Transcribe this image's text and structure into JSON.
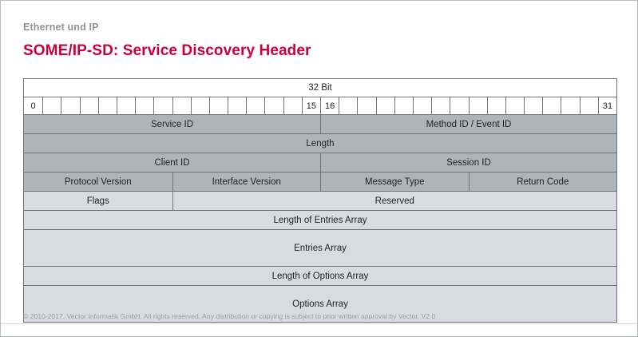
{
  "header": {
    "eyebrow": "Ethernet und IP",
    "title": "SOME/IP-SD: Service Discovery Header",
    "accent_color": "#c8003c",
    "eyebrow_color": "#8e9295"
  },
  "packet": {
    "width_label": "32 Bit",
    "bit_ruler": {
      "total_bits": 32,
      "labels": {
        "0": "0",
        "15": "15",
        "16": "16",
        "31": "31"
      },
      "visible_ticks": [
        "0",
        "15",
        "16",
        "31"
      ]
    },
    "colors": {
      "shade_dark": "#aeb4ba",
      "shade_light": "#d8dce0",
      "border": "#6d7478",
      "background": "#ffffff"
    },
    "rows": [
      {
        "shade": "dark",
        "height": "normal",
        "cells": [
          {
            "label": "Service ID",
            "width": "50%",
            "bits": "0-15"
          },
          {
            "label": "Method ID / Event ID",
            "width": "50%",
            "bits": "16-31"
          }
        ]
      },
      {
        "shade": "dark",
        "height": "normal",
        "cells": [
          {
            "label": "Length",
            "width": "100%",
            "bits": "0-31"
          }
        ]
      },
      {
        "shade": "dark",
        "height": "normal",
        "cells": [
          {
            "label": "Client ID",
            "width": "50%",
            "bits": "0-15"
          },
          {
            "label": "Session ID",
            "width": "50%",
            "bits": "16-31"
          }
        ]
      },
      {
        "shade": "dark",
        "height": "normal",
        "cells": [
          {
            "label": "Protocol Version",
            "width": "25%",
            "bits": "0-7"
          },
          {
            "label": "Interface Version",
            "width": "25%",
            "bits": "8-15"
          },
          {
            "label": "Message Type",
            "width": "25%",
            "bits": "16-23"
          },
          {
            "label": "Return Code",
            "width": "25%",
            "bits": "24-31"
          }
        ]
      },
      {
        "shade": "light",
        "height": "normal",
        "cells": [
          {
            "label": "Flags",
            "width": "25%",
            "bits": "0-7"
          },
          {
            "label": "Reserved",
            "width": "75%",
            "bits": "8-31"
          }
        ]
      },
      {
        "shade": "light",
        "height": "normal",
        "cells": [
          {
            "label": "Length of Entries Array",
            "width": "100%",
            "bits": "0-31"
          }
        ]
      },
      {
        "shade": "light",
        "height": "tall",
        "cells": [
          {
            "label": "Entries Array",
            "width": "100%",
            "bits": "0-31"
          }
        ]
      },
      {
        "shade": "light",
        "height": "normal",
        "cells": [
          {
            "label": "Length of Options Array",
            "width": "100%",
            "bits": "0-31"
          }
        ]
      },
      {
        "shade": "light",
        "height": "tall",
        "cells": [
          {
            "label": "Options Array",
            "width": "100%",
            "bits": "0-31"
          }
        ]
      }
    ]
  },
  "footer": {
    "text": "© 2010-2017. Vector Informatik GmbH. All rights reserved. Any distribution or copying is subject to prior written approval by Vector. V2.0"
  }
}
